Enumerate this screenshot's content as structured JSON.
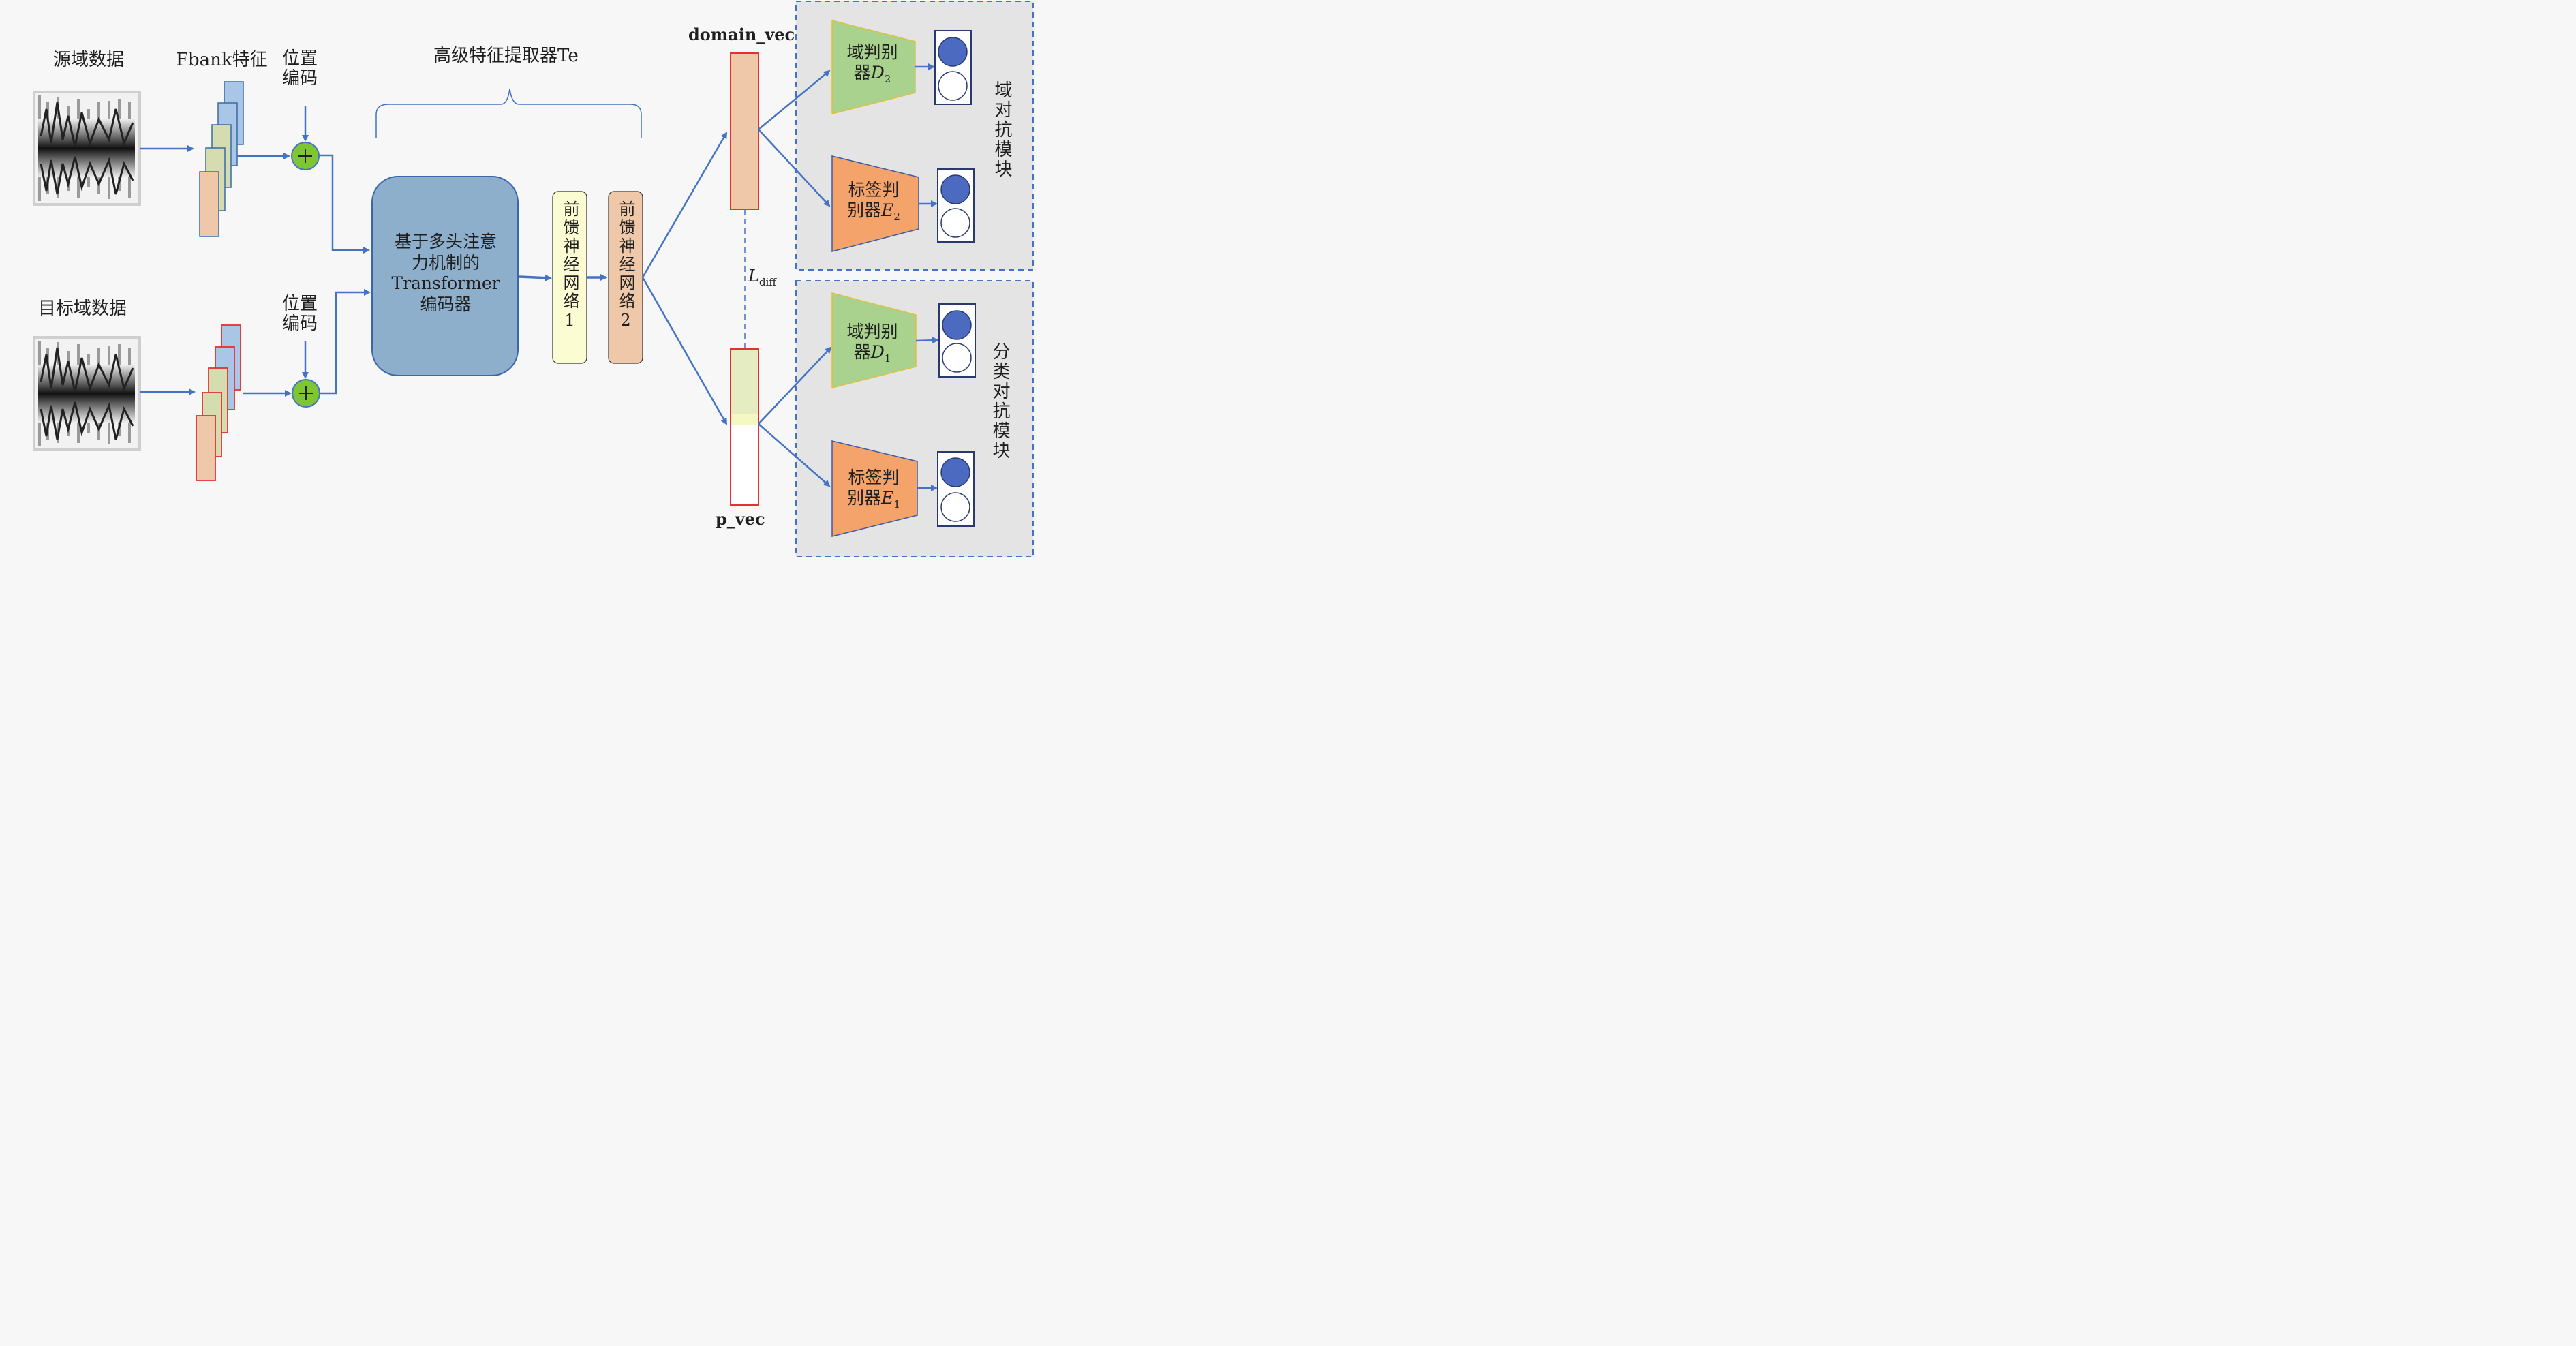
{
  "inputs": {
    "source_label": "源域数据",
    "target_label": "目标域数据",
    "fbank_label": "Fbank特征",
    "pos_enc_top": "位置\n编码",
    "pos_enc_bottom": "位置\n编码"
  },
  "extractor": {
    "title": "高级特征提取器Te",
    "transformer_label": "基于多头注意\n力机制的\nTransformer\n编码器",
    "ffn1_label": "前馈神经网络1",
    "ffn2_label": "前馈神经网络2"
  },
  "vectors": {
    "domain_vec": "domain_vec",
    "p_vec": "p_vec",
    "loss_main": "L",
    "loss_sub": "diff"
  },
  "domain_adv_module": {
    "title": "域对抗模块",
    "d_label_main": "域判别\n器",
    "d_var": "D",
    "d_sub": "2",
    "e_label_main": "标签判\n别器",
    "e_var": "E",
    "e_sub": "2"
  },
  "class_adv_module": {
    "title": "分类对抗模块",
    "d_label_main": "域判别\n器",
    "d_var": "D",
    "d_sub": "1",
    "e_label_main": "标签判\n别器",
    "e_var": "E",
    "e_sub": "1"
  },
  "colors": {
    "arrow": "#4472c4",
    "transformer_fill": "#8eafcc",
    "ffn1_fill": "#fbfcd2",
    "ffn2_fill": "#efc7a9",
    "d_trap": "#a8d28e",
    "e_trap": "#f4a36b",
    "plus": "#7ec634",
    "module_bg": "#e4e4e4",
    "output_dot": "#4c6ac0"
  }
}
